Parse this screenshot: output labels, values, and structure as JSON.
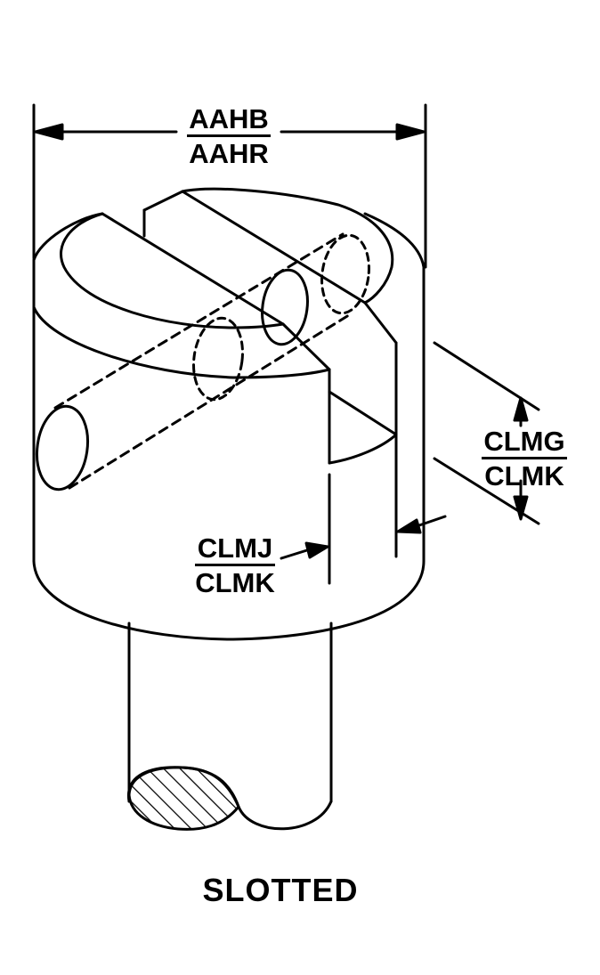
{
  "labels": {
    "top_dimension": {
      "numerator": "AAHB",
      "denominator": "AAHR"
    },
    "slot_depth": {
      "numerator": "CLMG",
      "denominator": "CLMK"
    },
    "slot_width": {
      "numerator": "CLMJ",
      "denominator": "CLMK"
    },
    "title": "SLOTTED"
  },
  "colors": {
    "line": "#000000",
    "background": "#ffffff"
  }
}
